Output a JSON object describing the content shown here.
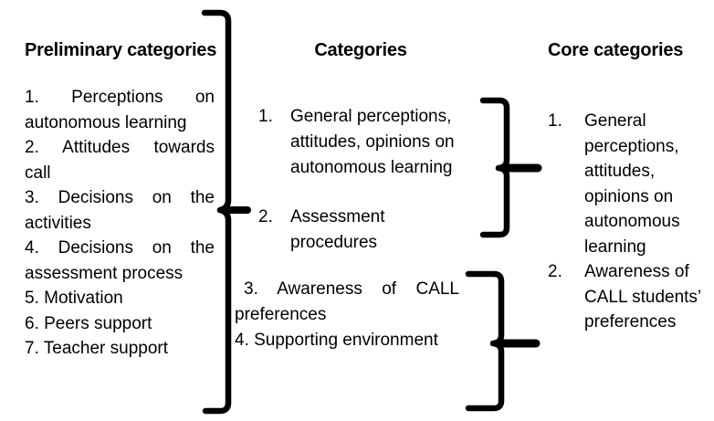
{
  "preliminary": {
    "title": "Preliminary categories",
    "lines": [
      "1. Perceptions on",
      "autonomous learning",
      "2. Attitudes towards",
      "call",
      "3. Decisions on the",
      "activities",
      "4. Decisions on the",
      "assessment process",
      "5. Motivation",
      "6. Peers support",
      "7. Teacher support"
    ]
  },
  "categories": {
    "title": "Categories",
    "items": [
      {
        "num": "1.",
        "lines": [
          "General perceptions,",
          "attitudes, opinions on",
          "autonomous learning"
        ]
      },
      {
        "num": "2.",
        "lines": [
          "Assessment",
          "procedures"
        ]
      }
    ],
    "tail_lines": [
      "3. Awareness of CALL",
      "preferences",
      "4. Supporting environment"
    ]
  },
  "core": {
    "title": "Core categories",
    "items": [
      {
        "num": "1.",
        "lines": [
          "General",
          "perceptions,",
          "attitudes,",
          "opinions on",
          "autonomous",
          "learning"
        ]
      },
      {
        "num": "2.",
        "lines": [
          "Awareness of",
          "CALL students’",
          "preferences"
        ]
      }
    ]
  },
  "style": {
    "background": "#ffffff",
    "text_color": "#000000",
    "brace_color": "#000000"
  }
}
